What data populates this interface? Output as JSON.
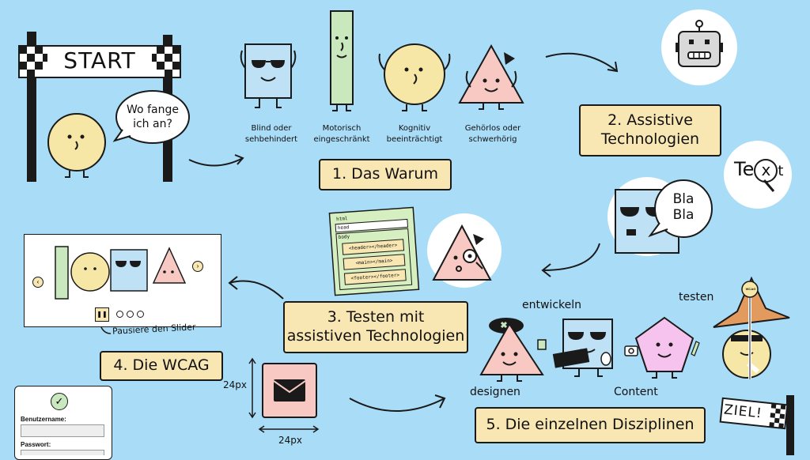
{
  "start_banner": "START",
  "speech_start": {
    "line1": "Wo fange",
    "line2": "ich an?"
  },
  "characters": [
    {
      "line1": "Blind oder",
      "line2": "sehbehindert"
    },
    {
      "line1": "Motorisch",
      "line2": "eingeschränkt"
    },
    {
      "line1": "Kognitiv",
      "line2": "beeinträchtigt"
    },
    {
      "line1": "Gehörlos oder",
      "line2": "schwerhörig"
    }
  ],
  "steps": {
    "s1": "1. Das Warum",
    "s2": {
      "line1": "2. Assistive",
      "line2": "Technologien"
    },
    "s3": {
      "line1": "3. Testen mit",
      "line2": "assistiven Technologien"
    },
    "s4": "4. Die WCAG",
    "s5": "5. Die einzelnen Disziplinen"
  },
  "text_icon": {
    "t1": "Te",
    "t2": "x",
    "t3": "t"
  },
  "speech_blabla": {
    "line1": "Bla",
    "line2": "Bla"
  },
  "code_window": {
    "html": "html",
    "head": "head",
    "body": "body",
    "header": "<header></header>",
    "main": "<main></main>",
    "footer": "<footer></footer>"
  },
  "slider_caption": "Pausiere den Slider",
  "dim_labels": {
    "vertical": "24px",
    "horizontal": "24px"
  },
  "login_form": {
    "username_label": "Benutzername:",
    "password_label": "Passwort:"
  },
  "disciplines": {
    "designen": "designen",
    "entwickeln": "entwickeln",
    "content": "Content",
    "testen": "testen"
  },
  "hat_badge": "WCAG",
  "finish_flag": "ZIEL!",
  "colors": {
    "background": "#a9dcf7",
    "label_fill": "#f8e7b3",
    "square_blue": "#bfe1f6",
    "rect_green": "#c9e8bd",
    "circle_yellow": "#f6e7a6",
    "triangle_pink": "#f7c9c2",
    "pentagon_pink": "#f6c2ee"
  }
}
